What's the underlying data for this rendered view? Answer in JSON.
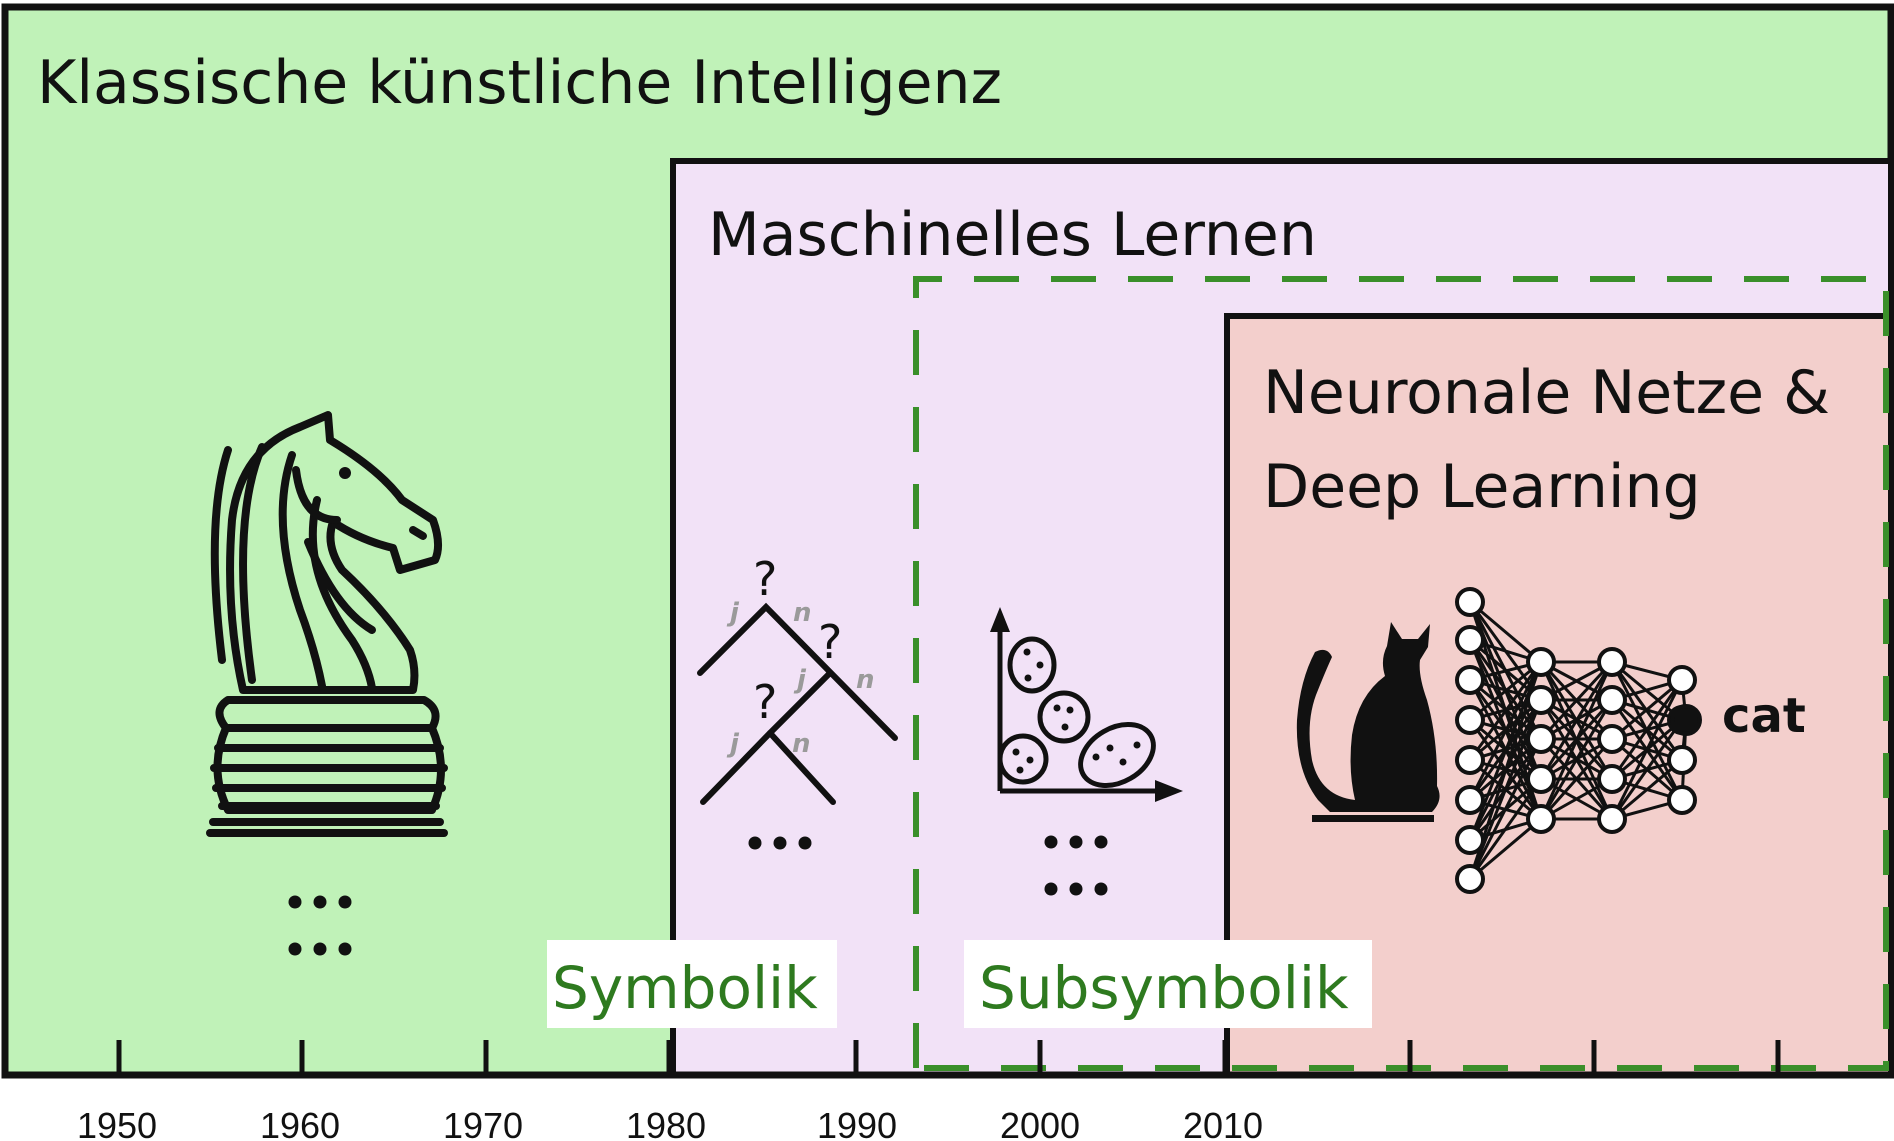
{
  "colors": {
    "classic_ai": "#c0f2b8",
    "machine_learning": "#f2e2f7",
    "deep_learning": "#f3cfcc",
    "outline": "#111111",
    "subsymbolic_dash": "#3a8f2a",
    "category_text": "#2e7a1f"
  },
  "regions": {
    "classic_ai": {
      "title": "Klassische künstliche Intelligenz"
    },
    "machine_learning": {
      "title": "Maschinelles Lernen"
    },
    "deep_learning": {
      "title_line1": "Neuronale Netze &",
      "title_line2": "Deep Learning"
    }
  },
  "categories": {
    "symbolic": "Symbolik",
    "subsymbolic": "Subsymbolik"
  },
  "decision_tree": {
    "question_mark": "?",
    "yes": "j",
    "no": "n"
  },
  "network": {
    "output_label": "cat"
  },
  "icons": {
    "classic_ai": "chess-knight-icon",
    "symbolic_ml": "decision-tree-icon",
    "subsymbolic_ml": "cluster-scatter-plot-icon",
    "deep_learning_input": "cat-icon",
    "deep_learning_model": "neural-network-icon"
  },
  "timeline": {
    "years": [
      "1950",
      "1960",
      "1970",
      "1980",
      "1990",
      "2000",
      "2010"
    ]
  }
}
